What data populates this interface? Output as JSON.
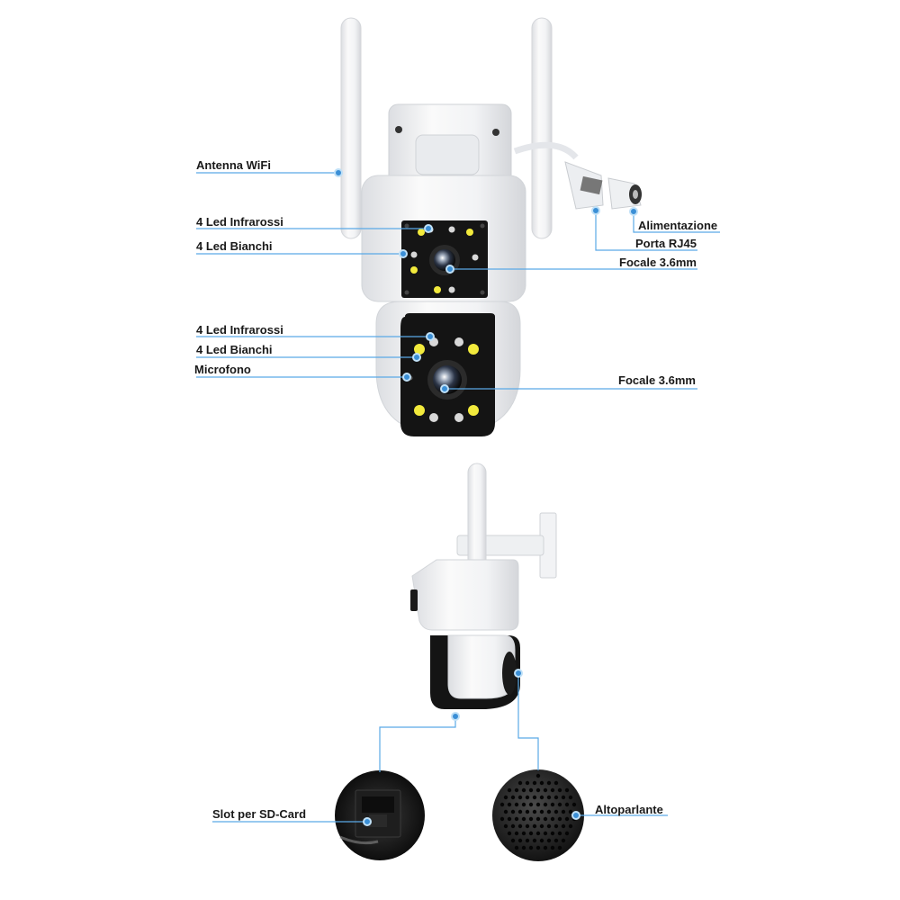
{
  "labels": {
    "antenna_wifi": "Antenna WiFi",
    "top_ir_leds": "4 Led Infrarossi",
    "top_white_leds": "4 Led Bianchi",
    "power": "Alimentazione",
    "rj45_port": "Porta RJ45",
    "top_focal": "Focale 3.6mm",
    "bottom_ir_leds": "4 Led Infrarossi",
    "bottom_white_leds": "4 Led Bianchi",
    "microphone": "Microfono",
    "bottom_focal": "Focale 3.6mm",
    "sd_slot": "Slot per SD-Card",
    "speaker": "Altoparlante"
  },
  "colors": {
    "callout_line": "#5aa9e6",
    "callout_dot": "#3b8fd6",
    "label_text": "#1a1a1a",
    "camera_body": "#f3f4f6",
    "camera_black": "#141414",
    "white_led": "#f2ea3c",
    "ir_led": "#d8d8d8"
  }
}
